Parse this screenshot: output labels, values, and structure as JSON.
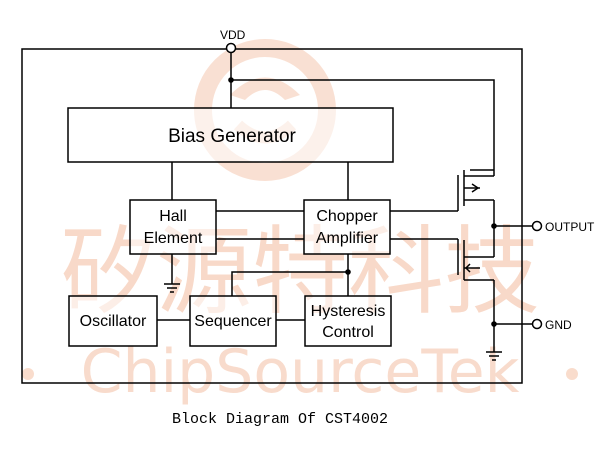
{
  "watermark": {
    "chinese": "矽源特科技",
    "english": "ChipSourceTek"
  },
  "pins": {
    "vdd": "VDD",
    "output": "OUTPUT",
    "gnd": "GND"
  },
  "blocks": {
    "bias_generator": "Bias Generator",
    "hall_line1": "Hall",
    "hall_line2": "Element",
    "chopper_line1": "Chopper",
    "chopper_line2": "Amplifier",
    "oscillator": "Oscillator",
    "sequencer": "Sequencer",
    "hysteresis_line1": "Hysteresis",
    "hysteresis_line2": "Control"
  },
  "caption": "Block Diagram Of CST4002",
  "colors": {
    "watermark": "#f6cdb7",
    "line": "#000000"
  }
}
